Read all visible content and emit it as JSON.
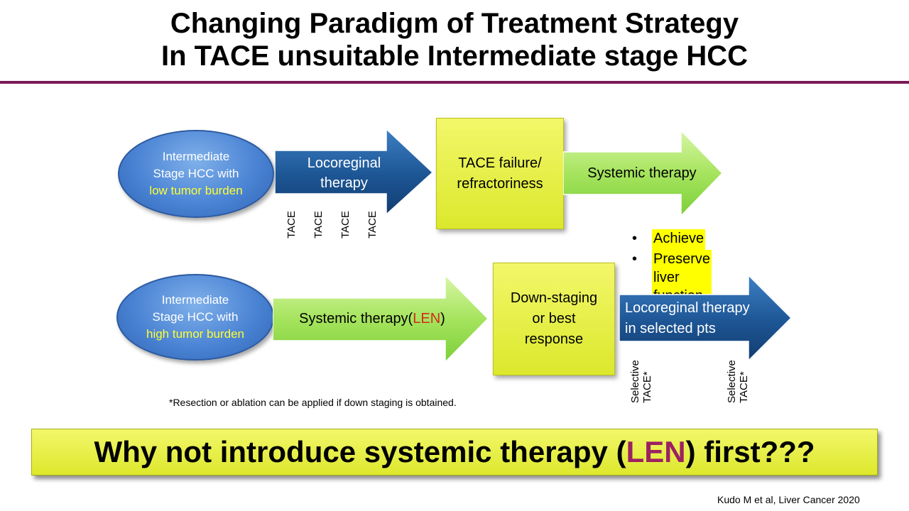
{
  "title": {
    "line1": "Changing Paradigm of Treatment Strategy",
    "line2": "In TACE unsuitable Intermediate stage HCC"
  },
  "row1": {
    "ellipse": {
      "line1": "Intermediate",
      "line2": "Stage HCC with",
      "line3": "low tumor burden"
    },
    "arrow1": {
      "line1": "Locoreginal",
      "line2": "therapy"
    },
    "tace_labels": [
      "TACE",
      "TACE",
      "TACE",
      "TACE"
    ],
    "box": {
      "line1": "TACE failure/",
      "line2": "refractoriness"
    },
    "arrow2": {
      "label": "Systemic therapy"
    }
  },
  "bullets": [
    "Achieve CR/PR",
    "Preserve liver function"
  ],
  "row2": {
    "ellipse": {
      "line1": "Intermediate",
      "line2": "Stage HCC with",
      "line3": "high tumor burden"
    },
    "arrow1": {
      "pre": "Systemic therapy(",
      "highlight": "LEN",
      "post": ")"
    },
    "box": {
      "line1": "Down-staging",
      "line2": "or best",
      "line3": "response"
    },
    "arrow2": {
      "line1": "Locoreginal therapy",
      "line2": "in selected pts"
    },
    "selective_labels": [
      {
        "line1": "Selective",
        "line2": "TACE*"
      },
      {
        "line1": "Selective",
        "line2": "TACE*"
      }
    ]
  },
  "footnote": "*Resection or ablation can be applied if down staging is obtained.",
  "banner": {
    "pre": "Why not introduce systemic therapy (",
    "highlight": "LEN",
    "post": ") first???"
  },
  "citation": "Kudo M et al, Liver Cancer 2020",
  "colors": {
    "title_rule": "#7a1a55",
    "blue_arrow": "#1f5a96",
    "green_arrow": "#8fd84a",
    "yellow_box": "#e5ee3a",
    "highlight_red": "#d42a1a",
    "len_purple": "#9b2161",
    "ellipse_text_yellow": "#ffff33"
  }
}
